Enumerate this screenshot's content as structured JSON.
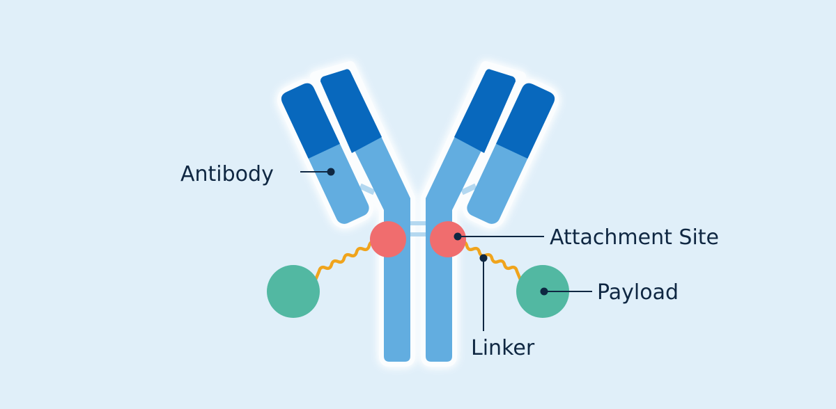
{
  "labels": {
    "antibody": "Antibody",
    "attachment_site": "Attachment Site",
    "payload": "Payload",
    "linker": "Linker"
  },
  "colors": {
    "background": "#e0eff9",
    "heavy_chain": "#62ade0",
    "variable_region": "#0868bd",
    "hinge": "#b4d8f0",
    "attachment_site": "#f06d6e",
    "linker": "#f0a41c",
    "payload": "#52b8a2",
    "label_text": "#0f2742"
  }
}
